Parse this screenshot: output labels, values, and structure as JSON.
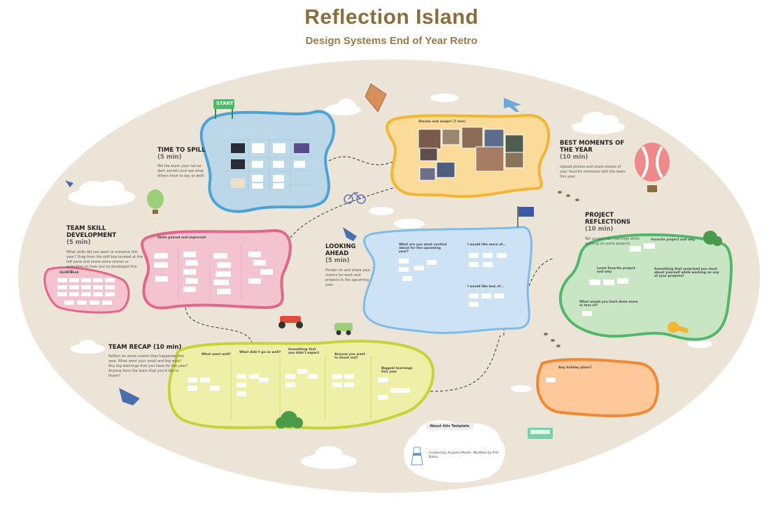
{
  "header": {
    "title": "Reflection Island",
    "subtitle": "Design Systems End of Year Retro"
  },
  "start_sign": "START",
  "sections": {
    "time_to_spill": {
      "title": "TIME TO SPILL",
      "time": "(5 min)",
      "desc": "Tell the team your not-so-dark secrets and see what others have to say as well!"
    },
    "best_moments": {
      "title": "BEST MOMENTS OF THE YEAR",
      "time": "(10 min)",
      "desc": "Upload photos and share stories of your favorite moments with the team this year.",
      "header": "Stories and snaps! (7 min)"
    },
    "team_skill": {
      "title": "TEAM SKILL DEVELOPMENT",
      "time": "(5 min)",
      "desc": "What skills did you learn or enhance this year? Drag from the skill box located at the left pane and share some stories or examples on how you've developed this skill.",
      "header": "Skills gained and improved",
      "skills_box": "Skills Bank"
    },
    "looking_ahead": {
      "title": "LOOKING AHEAD",
      "time": "(5 min)",
      "desc": "Ponder on and share your visions for work and projects in the upcoming year.",
      "q1": "What are you most excited about for the upcoming year?",
      "q2": "I would like more of...",
      "q3": "I would like less of..."
    },
    "project_reflections": {
      "title": "PROJECT REFLECTIONS",
      "time": "(10 min)",
      "desc": "Tell us your key learnings while working on some projects.",
      "q1": "Favorite project and why",
      "q2": "Least favorite project and why",
      "q3": "Something that surprised you most about yourself while working on any of your projects?",
      "q4": "What would you have done more or less of?"
    },
    "team_recap": {
      "title": "TEAM RECAP (10 min)",
      "desc": "Reflect on some events that happened this year. What went your small and big wins? Any big learnings that you have for the year? Anyone from the team that you'd like to thank?",
      "cols": [
        "What went well?",
        "What didn't go so well?",
        "Something that you didn't expect",
        "Anyone you want to shout out?",
        "Biggest learnings this year"
      ]
    },
    "holiday": {
      "title": "Any holiday plans?"
    },
    "about": {
      "title": "About this Template",
      "credit": "Created by Anyame Martin. Modified by Priti Batra."
    }
  },
  "colors": {
    "island": "#ede4d8",
    "blue_pond": "#bcd8e8",
    "yellow_pond": "#fbdb9a",
    "pink_pond": "#f3c4cf",
    "light_blue_pond": "#cde3f5",
    "green_pond": "#c8e6c4",
    "lime_pond": "#eef0a8",
    "orange_pond": "#ffc89a",
    "title": "#8a6d3e"
  },
  "icons": [
    "start-sign-icon",
    "kite-icon",
    "airplane-icon",
    "hot-air-balloon-icon",
    "bicycle-icon",
    "checkered-flag-icon",
    "bird-icon",
    "motorbike-icon",
    "car-icon",
    "cloud-icon",
    "lighthouse-icon",
    "bus-icon",
    "footprints-icon",
    "plant-icon"
  ]
}
